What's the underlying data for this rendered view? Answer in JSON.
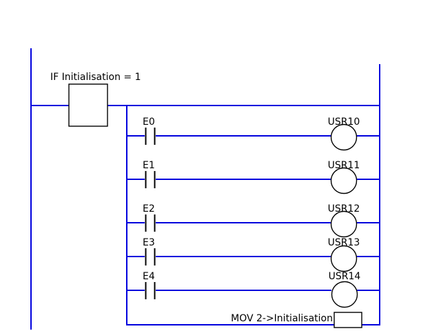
{
  "diagram": {
    "condition_label": "IF Initialisation = 1",
    "mov_label": "MOV 2->Initialisation",
    "rungs": [
      {
        "contact": "E0",
        "coil": "USR10"
      },
      {
        "contact": "E1",
        "coil": "USR11"
      },
      {
        "contact": "E2",
        "coil": "USR12"
      },
      {
        "contact": "E3",
        "coil": "USR13"
      },
      {
        "contact": "E4",
        "coil": "USR14"
      }
    ],
    "colors": {
      "wire": "#0000dd",
      "element": "#000000",
      "background": "#ffffff"
    }
  }
}
